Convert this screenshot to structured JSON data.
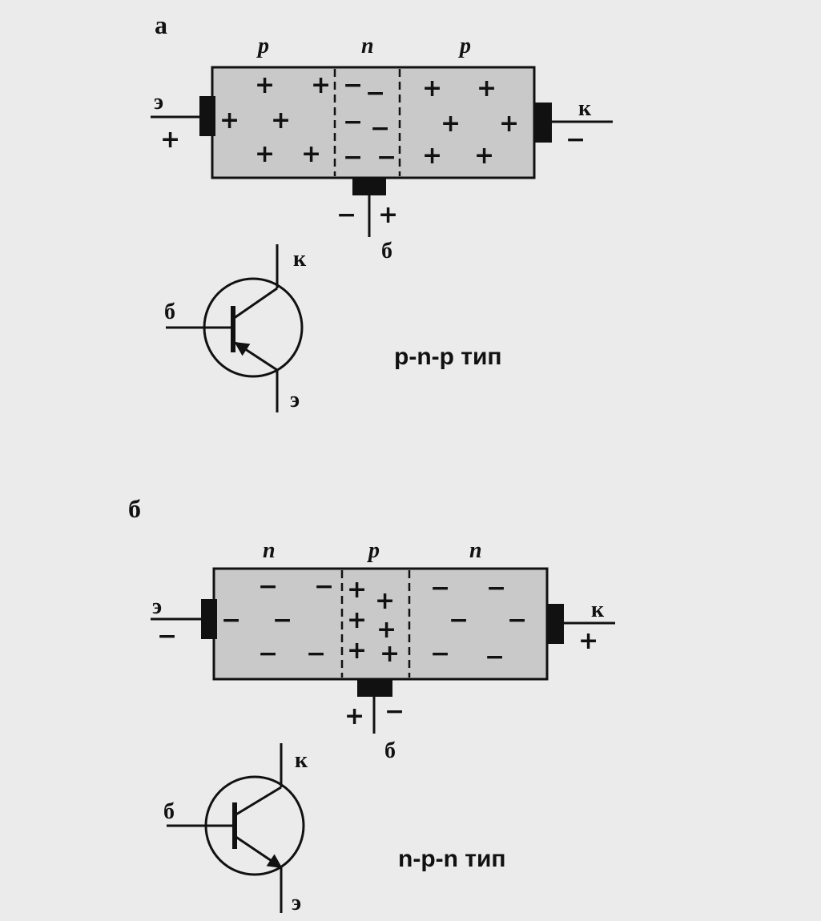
{
  "panel_a": {
    "panel_label": "а",
    "regions": [
      "p",
      "n",
      "p"
    ],
    "emitter_label": "э",
    "collector_label": "к",
    "base_label": "б",
    "emitter_sign": "+",
    "collector_sign": "−",
    "base_sign_left": "−",
    "base_sign_right": "+",
    "symbol_collector": "к",
    "symbol_base": "б",
    "symbol_emitter": "э",
    "type_label": "p-n-p тип"
  },
  "panel_b": {
    "panel_label": "б",
    "regions": [
      "n",
      "p",
      "n"
    ],
    "emitter_label": "э",
    "collector_label": "к",
    "base_label": "б",
    "emitter_sign": "−",
    "collector_sign": "+",
    "base_sign_left": "+",
    "base_sign_right": "−",
    "symbol_collector": "к",
    "symbol_base": "б",
    "symbol_emitter": "э",
    "type_label": "n-p-n тип"
  },
  "colors": {
    "ink": "#111111",
    "region_fill": "#c9c9c9",
    "background": "#ebebeb"
  }
}
